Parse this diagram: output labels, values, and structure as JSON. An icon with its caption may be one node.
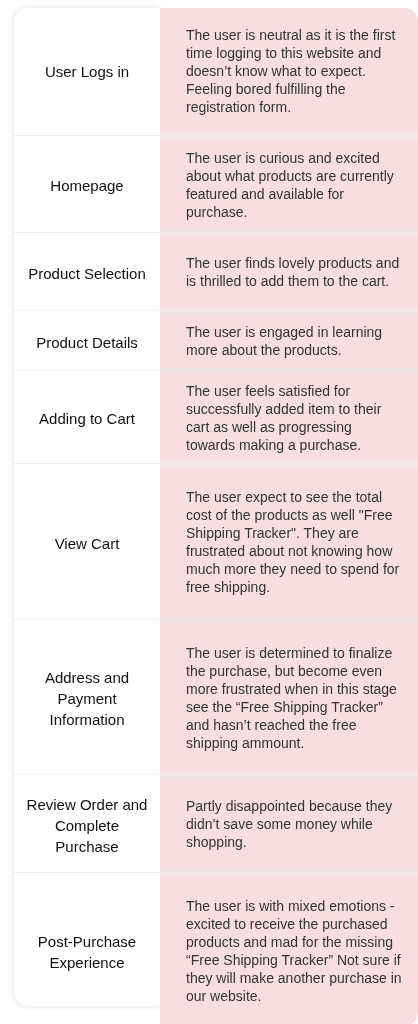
{
  "diagram": {
    "labels": [
      "User Logs in",
      "The user is neutral as it is the first time logging to this website and doesn’t know what to expect. Feeling bored fulfilling the registration form.",
      "Homepage",
      "The user is curious and excited about what products are currently featured and available for purchase.",
      "Product Selection",
      "The user finds lovely products and is thrilled to add them to the cart.",
      "Product Details",
      "The user is engaged in learning more about the products.",
      "Adding to Cart",
      "The user feels satisfied for successfully  added item to their cart as well as progressing towards making a purchase.",
      "View Cart",
      "The user expect to see the total cost of the products as well \"Free Shipping Tracker\". They are frustrated about not knowing how much more they need to spend for free shipping.",
      "Address and Payment Information",
      "The user is determined to finalize the purchase, but become even more frustrated when in this stage see the “Free Shipping Tracker” and hasn’t reached the free shipping ammount.",
      "Review Order and Complete Purchase",
      "Partly disappointed because they didn’t save some money while shopping.",
      "Post-Purchase Experience",
      "The user is with mixed emotions - excited to receive the purchased products and mad for the missing “Free Shipping Tracker” Not sure if they will make another purchase in our website."
    ]
  }
}
